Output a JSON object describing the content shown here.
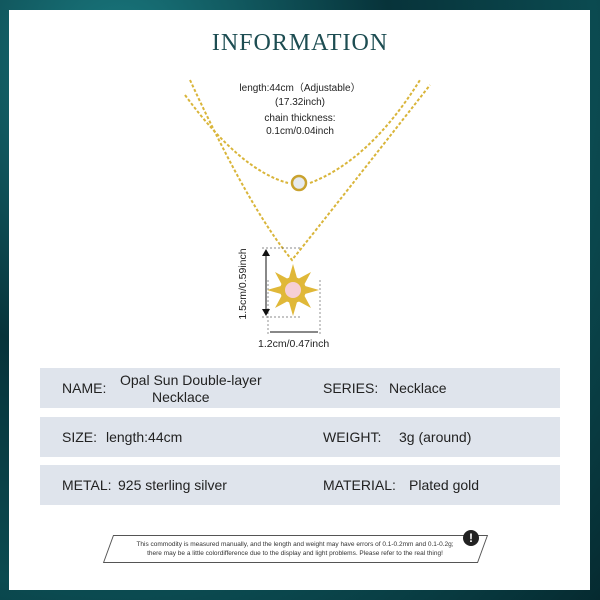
{
  "title": "INFORMATION",
  "specs": {
    "length": "length:44cm（Adjustable）",
    "length_inch": "(17.32inch)",
    "thickness_label": "chain thickness:",
    "thickness": "0.1cm/0.04inch"
  },
  "dimensions": {
    "height": "1.5cm/0.59inch",
    "width": "1.2cm/0.47inch"
  },
  "rows": [
    {
      "l_label": "NAME:",
      "l_value": "Opal Sun Double-layer",
      "l_value2": "Necklace",
      "r_label": "SERIES:",
      "r_value": "Necklace"
    },
    {
      "l_label": "SIZE:",
      "l_value": "length:44cm",
      "r_label": "WEIGHT:",
      "r_value": "3g (around)"
    },
    {
      "l_label": "METAL:",
      "l_value": "925 sterling silver",
      "r_label": "MATERIAL:",
      "r_value": "Plated gold"
    }
  ],
  "note": {
    "line1": "This commodity is measured manually, and the length and weight may have errors of 0.1-0.2mm and 0.1-0.2g;",
    "line2": "there may be a little colordifference due to the display and light problems. Please refer to the real thing!",
    "icon": "exclamation-icon",
    "icon_glyph": "!"
  }
}
